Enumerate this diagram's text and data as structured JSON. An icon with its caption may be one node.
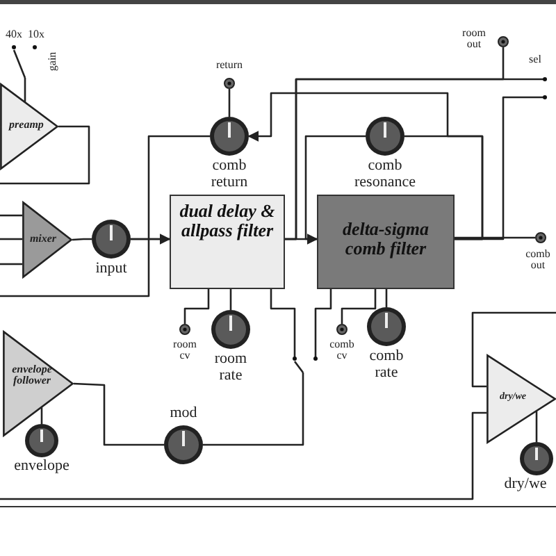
{
  "diagram": {
    "nodes": [
      {
        "text": [
          "preamp"
        ]
      },
      {
        "text": [
          "mixer"
        ]
      },
      {
        "text": [
          "input"
        ]
      },
      {
        "text": [
          "return"
        ]
      },
      {
        "text": [
          "comb return"
        ]
      },
      {
        "text": [
          "dual delay & allpass filter"
        ]
      },
      {
        "text": [
          "delta-sigma comb filter"
        ]
      },
      {
        "text": [
          "comb resonance"
        ]
      },
      {
        "text": [
          "room out"
        ]
      },
      {
        "text": [
          "sel"
        ]
      },
      {
        "text": [
          "comb out"
        ]
      },
      {
        "text": [
          "room cv"
        ]
      },
      {
        "text": [
          "room rate"
        ]
      },
      {
        "text": [
          "comb cv"
        ]
      },
      {
        "text": [
          "comb rate"
        ]
      },
      {
        "text": [
          "envelope follower"
        ]
      },
      {
        "text": [
          "envelope"
        ]
      },
      {
        "text": [
          "mod"
        ]
      },
      {
        "text": [
          "dry/we"
        ]
      },
      {
        "text": [
          "dry/we"
        ]
      },
      {
        "text": [],
        "shape": "switch"
      },
      {
        "text": [
          "40x",
          "10x",
          "gain"
        ]
      }
    ],
    "edges": [
      {
        "from": 0,
        "to": null,
        "arrow": "none"
      },
      {
        "from": null,
        "to": 1,
        "arrow": "none"
      },
      {
        "from": null,
        "to": 1,
        "arrow": "none"
      },
      {
        "from": null,
        "to": 1,
        "arrow": "none"
      },
      {
        "from": 1,
        "to": 2,
        "arrow": "none"
      },
      {
        "from": 2,
        "to": 5,
        "arrow": "none"
      },
      {
        "from": 2,
        "to": null,
        "arrow": "none"
      },
      {
        "from": 3,
        "to": 4,
        "arrow": "none"
      },
      {
        "from": 4,
        "to": 5,
        "arrow": "to"
      },
      {
        "from": 6,
        "to": 4,
        "arrow": "to"
      },
      {
        "from": 7,
        "to": 6,
        "arrow": "to"
      },
      {
        "from": 6,
        "to": 7,
        "arrow": "none"
      },
      {
        "from": 5,
        "to": 6,
        "arrow": "none"
      },
      {
        "from": 5,
        "to": 9,
        "arrow": "none"
      },
      {
        "from": 5,
        "to": 8,
        "arrow": "none"
      },
      {
        "from": 6,
        "to": 9,
        "arrow": "none"
      },
      {
        "from": 6,
        "to": 10,
        "arrow": "none"
      },
      {
        "from": 11,
        "to": 5,
        "arrow": "none"
      },
      {
        "from": 12,
        "to": 5,
        "arrow": "none"
      },
      {
        "from": 13,
        "to": 6,
        "arrow": "none"
      },
      {
        "from": 14,
        "to": 6,
        "arrow": "none"
      },
      {
        "from": 17,
        "to": 20,
        "arrow": "none"
      },
      {
        "from": 20,
        "to": 5,
        "arrow": "none"
      },
      {
        "from": 20,
        "to": 6,
        "arrow": "none"
      },
      {
        "from": 16,
        "to": 15,
        "arrow": "none"
      },
      {
        "from": 15,
        "to": 17,
        "arrow": "none"
      },
      {
        "from": null,
        "to": 18,
        "arrow": "none"
      },
      {
        "from": null,
        "to": 18,
        "arrow": "none"
      },
      {
        "from": 19,
        "to": 18,
        "arrow": "none"
      },
      {
        "from": 21,
        "to": 0,
        "arrow": "none"
      }
    ]
  }
}
